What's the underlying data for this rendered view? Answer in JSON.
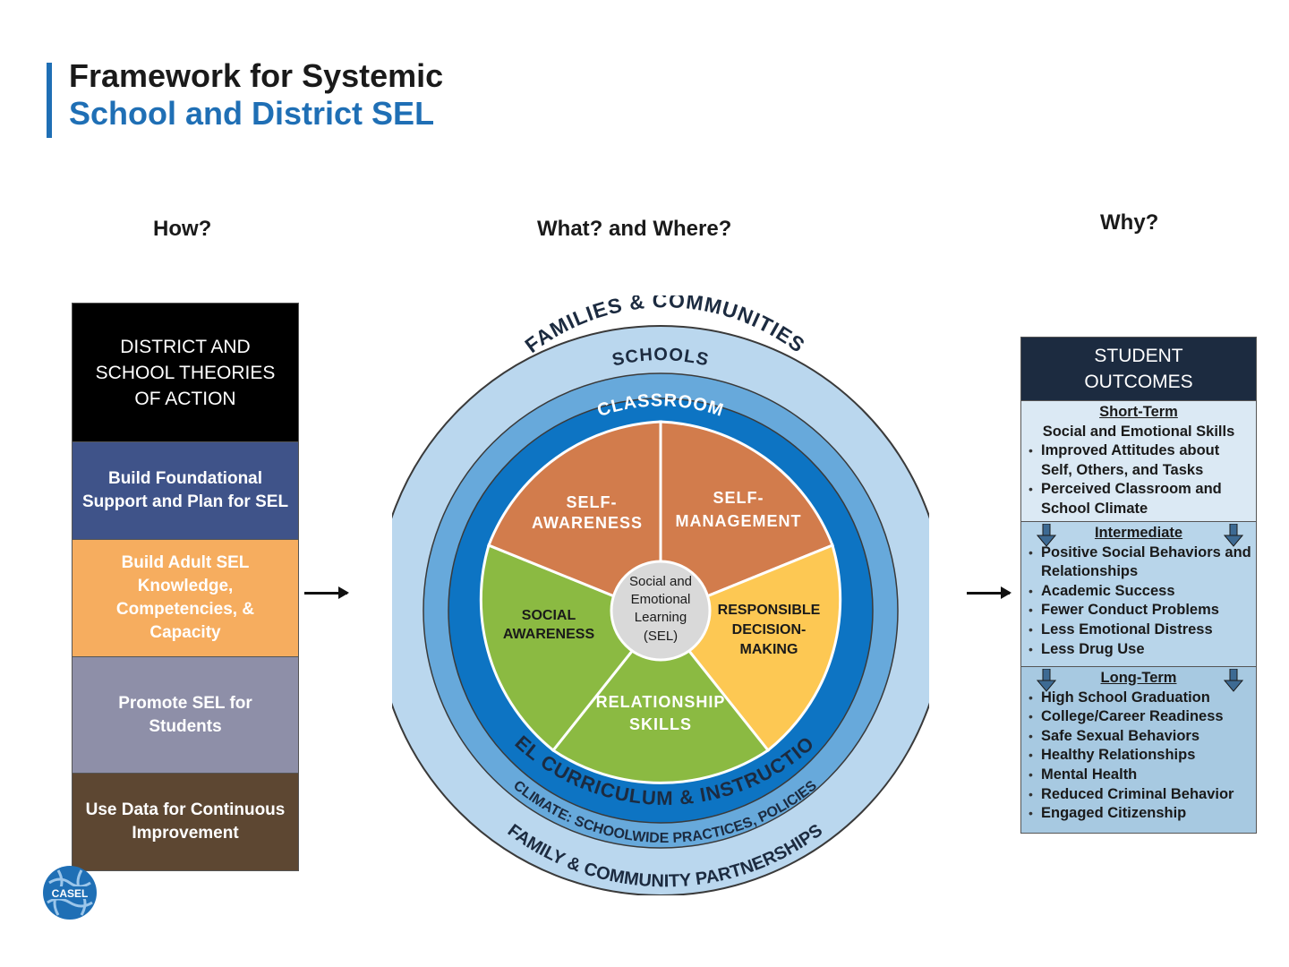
{
  "title": {
    "line1": "Framework for Systemic",
    "line2": "School and District SEL"
  },
  "columns": {
    "how": "How?",
    "what": "What? and Where?",
    "why": "Why?"
  },
  "left_boxes": [
    {
      "text": "DISTRICT AND SCHOOL THEORIES OF ACTION",
      "color": "#000000"
    },
    {
      "text": "Build Foundational Support and Plan for SEL",
      "color": "#3f5389"
    },
    {
      "text": "Build Adult SEL Knowledge, Competencies, & Capacity",
      "color": "#f6ad5f"
    },
    {
      "text": "Promote SEL for Students",
      "color": "#8e8fa8"
    },
    {
      "text": "Use Data for Continuous Improvement",
      "color": "#5d4732"
    }
  ],
  "wheel": {
    "rings": {
      "families": "FAMILIES & COMMUNITIES",
      "schools": "SCHOOLS",
      "classroom": "CLASSROOM",
      "sel_curriculum": "SEL CURRICULUM & INSTRUCTION",
      "climate": "CLIMATE: SCHOOLWIDE PRACTICES, POLICIES",
      "partnerships": "FAMILY & COMMUNITY PARTNERSHIPS"
    },
    "center": {
      "line1": "Social and",
      "line2": "Emotional",
      "line3": "Learning",
      "line4": "(SEL)"
    },
    "segments": {
      "self_awareness": {
        "line1": "SELF-",
        "line2": "AWARENESS",
        "color": "#d27c4c"
      },
      "self_management": {
        "line1": "SELF-",
        "line2": "MANAGEMENT",
        "color": "#d27c4c"
      },
      "responsible": {
        "line1": "RESPONSIBLE",
        "line2": "DECISION-",
        "line3": "MAKING",
        "color": "#fdc853"
      },
      "relationship": {
        "line1": "RELATIONSHIP",
        "line2": "SKILLS",
        "color": "#8bba42"
      },
      "social_awareness": {
        "line1": "SOCIAL",
        "line2": "AWARENESS",
        "color": "#8bba42"
      }
    },
    "ring_colors": {
      "outer": "#bad7ee",
      "middle": "#67a9db",
      "inner": "#0d74c3"
    }
  },
  "outcomes": {
    "header": {
      "line1": "STUDENT",
      "line2": "OUTCOMES"
    },
    "short_term": {
      "label": "Short-Term",
      "lead": "Social and Emotional Skills",
      "items": [
        "Improved Attitudes about Self, Others, and Tasks",
        "Perceived  Classroom and School Climate"
      ]
    },
    "intermediate": {
      "label": "Intermediate",
      "items": [
        "Positive Social Behaviors and Relationships",
        "Academic Success",
        "Fewer Conduct Problems",
        "Less Emotional Distress",
        "Less Drug Use"
      ]
    },
    "long_term": {
      "label": "Long-Term",
      "items": [
        "High School Graduation",
        "College/Career Readiness",
        "Safe Sexual Behaviors",
        "Healthy Relationships",
        "Mental Health",
        "Reduced Criminal Behavior",
        "Engaged Citizenship"
      ]
    }
  },
  "logo": {
    "text": "CASEL",
    "color": "#1f6fb5"
  }
}
